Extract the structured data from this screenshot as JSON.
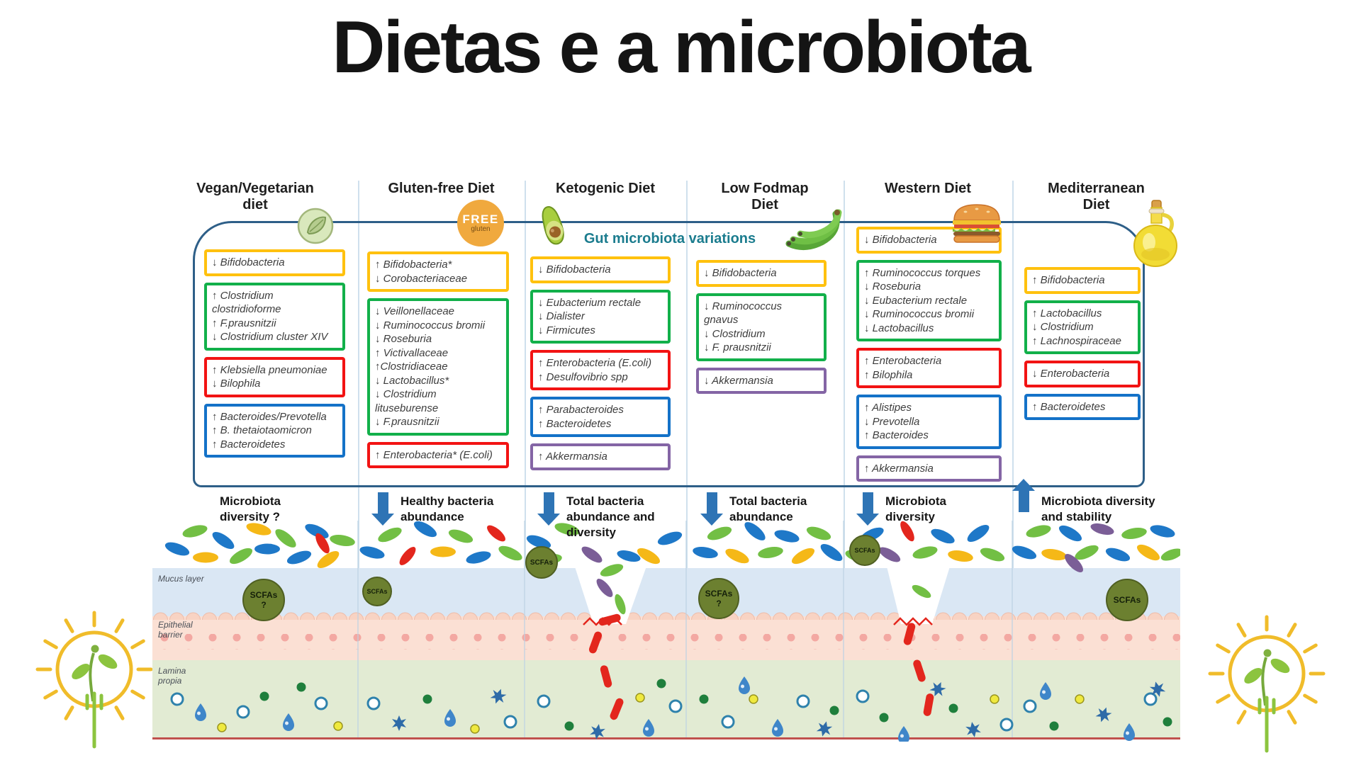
{
  "title": "Dietas e a microbiota",
  "figure": {
    "subtitle": "Gut microbiota variations",
    "layers": [
      "Mucus layer",
      "Epithelial barrier",
      "Lamina propia"
    ],
    "columns": [
      {
        "header": "Vegan/Vegetarian\ndiet",
        "icon": "leaf-icon",
        "scfa": "SCFAs\n?",
        "outcome": {
          "arrow": "none",
          "label": "Microbiota\ndiversity ?"
        },
        "boxes": [
          {
            "color": "yellow",
            "lines": [
              "↓ Bifidobacteria"
            ]
          },
          {
            "color": "green",
            "lines": [
              "↑ Clostridium clostridioforme",
              "↑ F.prausnitzii",
              "↓ Clostridium cluster XIV"
            ]
          },
          {
            "color": "red",
            "lines": [
              "↑ Klebsiella pneumoniae",
              "↓ Bilophila"
            ]
          },
          {
            "color": "blue",
            "lines": [
              "↑ Bacteroides/Prevotella",
              "↑ B. thetaiotaomicron",
              "↑ Bacteroidetes"
            ]
          }
        ]
      },
      {
        "header": "Gluten-free Diet",
        "icon": "gluten-free-badge",
        "badge": {
          "top": "FREE",
          "bottom": "gluten"
        },
        "scfa": "SCFAs",
        "outcome": {
          "arrow": "down",
          "label": "Healthy bacteria\nabundance"
        },
        "boxes": [
          {
            "color": "yellow",
            "lines": [
              "↑ Bifidobacteria*",
              "↓ Corobacteriaceae"
            ]
          },
          {
            "color": "green",
            "lines": [
              "↓ Veillonellaceae",
              "↓ Ruminococcus bromii",
              "↓ Roseburia",
              "↑ Victivallaceae",
              "↑Clostridiaceae",
              "↓ Lactobacillus*",
              "↓ Clostridium lituseburense",
              "↓ F.prausnitzii"
            ]
          },
          {
            "color": "red",
            "lines": [
              "↑ Enterobacteria* (E.coli)"
            ]
          }
        ]
      },
      {
        "header": "Ketogenic Diet",
        "icon": "avocado-icon",
        "scfa": "SCFAs",
        "outcome": {
          "arrow": "down",
          "label": "Total bacteria\nabundance and\ndiversity"
        },
        "boxes": [
          {
            "color": "yellow",
            "lines": [
              "↓ Bifidobacteria"
            ]
          },
          {
            "color": "green",
            "lines": [
              "↓ Eubacterium rectale",
              "↓ Dialister",
              "↓ Firmicutes"
            ]
          },
          {
            "color": "red",
            "lines": [
              "↑ Enterobacteria (E.coli)",
              "↑ Desulfovibrio spp"
            ]
          },
          {
            "color": "blue",
            "lines": [
              "↑ Parabacteroides",
              "↑ Bacteroidetes"
            ]
          },
          {
            "color": "purple",
            "lines": [
              "↑ Akkermansia"
            ]
          }
        ]
      },
      {
        "header": "Low Fodmap\nDiet",
        "icon": "bananas-icon",
        "scfa": "SCFAs\n?",
        "outcome": {
          "arrow": "down",
          "label": "Total bacteria\nabundance"
        },
        "boxes": [
          {
            "color": "yellow",
            "lines": [
              "↓ Bifidobacteria"
            ]
          },
          {
            "color": "green",
            "lines": [
              "↓ Ruminococcus gnavus",
              "↓ Clostridium",
              "↓ F. prausnitzii"
            ]
          },
          {
            "color": "purple",
            "lines": [
              "↓ Akkermansia"
            ]
          }
        ]
      },
      {
        "header": "Western Diet",
        "icon": "hamburger-icon",
        "scfa": "SCFAs",
        "outcome": {
          "arrow": "down",
          "label": "Microbiota\ndiversity"
        },
        "boxes": [
          {
            "color": "yellow",
            "lines": [
              "↓ Bifidobacteria"
            ]
          },
          {
            "color": "green",
            "lines": [
              "↑ Ruminococcus torques",
              "↓ Roseburia",
              "↓ Eubacterium rectale",
              "↓ Ruminococcus bromii",
              "↓ Lactobacillus"
            ]
          },
          {
            "color": "red",
            "lines": [
              "↑ Enterobacteria",
              "↑ Bilophila"
            ]
          },
          {
            "color": "blue",
            "lines": [
              "↑ Alistipes",
              "↓ Prevotella",
              "↑ Bacteroides"
            ]
          },
          {
            "color": "purple",
            "lines": [
              "↑ Akkermansia"
            ]
          }
        ]
      },
      {
        "header": "Mediterranean\nDiet",
        "icon": "olive-oil-icon",
        "scfa": "SCFAs",
        "outcome": {
          "arrow": "up",
          "label": "Microbiota diversity\nand stability"
        },
        "boxes": [
          {
            "color": "yellow",
            "lines": [
              "↑ Bifidobacteria"
            ]
          },
          {
            "color": "green",
            "lines": [
              "↑ Lactobacillus",
              "↓ Clostridium",
              "↑ Lachnospiraceae"
            ]
          },
          {
            "color": "red",
            "lines": [
              "↓ Enterobacteria"
            ]
          },
          {
            "color": "blue",
            "lines": [
              "↑ Bacteroidetes"
            ]
          }
        ]
      }
    ]
  },
  "colors": {
    "box_yellow": "#FFC10E",
    "box_green": "#12B04A",
    "box_red": "#F21313",
    "box_blue": "#1472C8",
    "box_purple": "#8465A5",
    "outcome_arrow": "#2E74B5",
    "subtitle_teal": "#1B7C8E",
    "frame_blue": "#2E5F88",
    "scfa_circle": "#6C8030"
  }
}
